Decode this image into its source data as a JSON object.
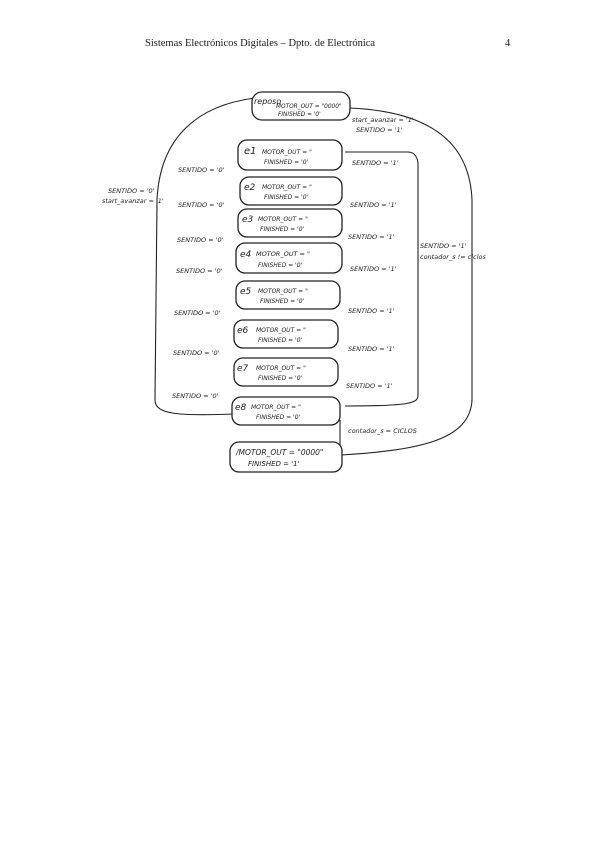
{
  "header": {
    "title": "Sistemas Electrónicos Digitales – Dpto. de Electrónica",
    "page_number": "4"
  },
  "diagram": {
    "states": [
      {
        "id": "reposo",
        "name": "reposo",
        "line1": "MOTOR_OUT = \"0000\"",
        "line2": "FINISHED = '0'"
      },
      {
        "id": "e1",
        "name": "e1",
        "line1": "MOTOR_OUT = \"",
        "line2": "FINISHED = '0'"
      },
      {
        "id": "e2",
        "name": "e2",
        "line1": "MOTOR_OUT = \"",
        "line2": "FINISHED = '0'"
      },
      {
        "id": "e3",
        "name": "e3",
        "line1": "MOTOR_OUT = \"",
        "line2": "FINISHED = '0'"
      },
      {
        "id": "e4",
        "name": "e4",
        "line1": "MOTOR_OUT = \"",
        "line2": "FINISHED = '0'"
      },
      {
        "id": "e5",
        "name": "e5",
        "line1": "MOTOR_OUT = \"",
        "line2": "FINISHED = '0'"
      },
      {
        "id": "e6",
        "name": "e6",
        "line1": "MOTOR_OUT = \"",
        "line2": "FINISHED = '0'"
      },
      {
        "id": "e7",
        "name": "e7",
        "line1": "MOTOR_OUT = \"",
        "line2": "FINISHED = '0'"
      },
      {
        "id": "e8",
        "name": "e8",
        "line1": "MOTOR_OUT = \"",
        "line2": "FINISHED = '0'"
      },
      {
        "id": "fin",
        "name": "",
        "line1": "/MOTOR_OUT = \"0000\"",
        "line2": "FINISHED = '1'"
      }
    ],
    "labels": {
      "start_top": "start_avanzar = '1'",
      "sentido_top": "SENTIDO = '1'",
      "left_outer_1": "SENTIDO = '0'",
      "left_outer_2": "start_avanzar = '1'",
      "sentido_0": "SENTIDO = '0'",
      "sentido_1": "SENTIDO = '1'",
      "right_outer_1": "SENTIDO = '1'",
      "right_outer_2": "contador_s != ciclos",
      "bottom": "contador_s = CICLOS"
    }
  }
}
